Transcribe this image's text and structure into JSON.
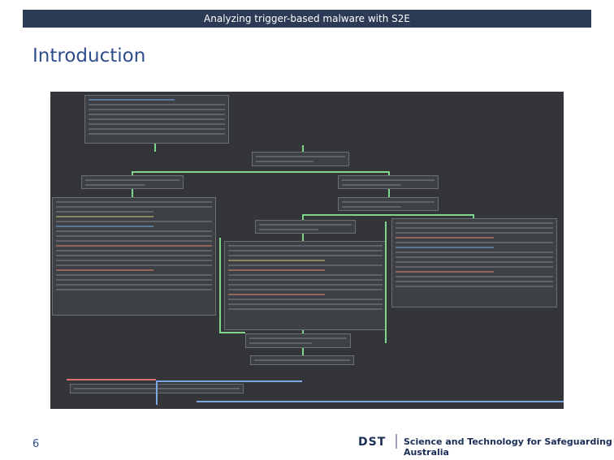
{
  "header": {
    "title": "Analyzing trigger-based malware with S2E"
  },
  "slide": {
    "title": "Introduction",
    "page_number": "6"
  },
  "footer": {
    "logo": "DST",
    "text": "Science and Technology for Safeguarding Australia"
  },
  "colors": {
    "header_bg": "#2c3a55",
    "title": "#2e4d8a",
    "graph_bg": "#333538",
    "edge_true": "#7fd68a",
    "edge_jump": "#7aa8e0",
    "edge_false": "#e07070"
  },
  "screenshot": {
    "icon": "disassembly-graph-image"
  }
}
